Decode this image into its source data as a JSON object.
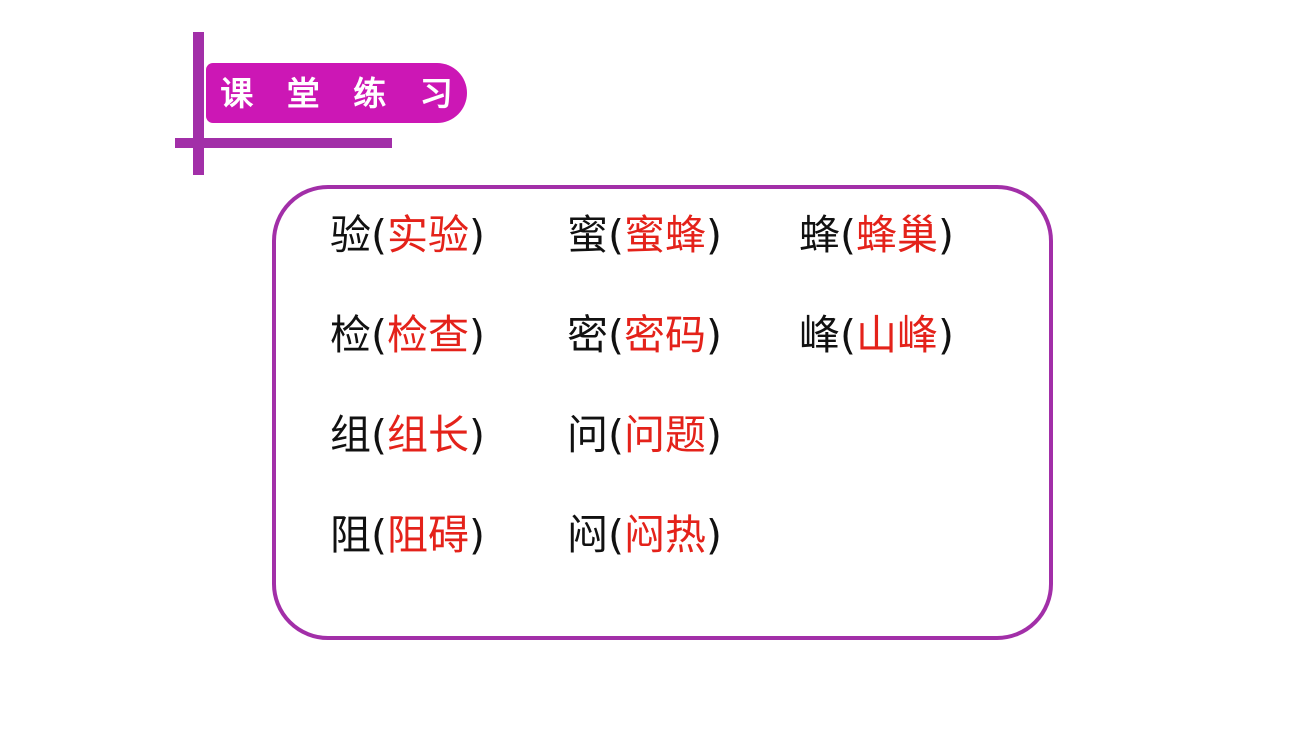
{
  "slide": {
    "background_color": "#ffffff",
    "accent_magenta": "#CC17B5",
    "accent_purple": "#A22FA8",
    "highlight_red": "#E4221A",
    "text_black": "#111111"
  },
  "title": {
    "text": "课 堂 练 习",
    "plain": "课堂练习"
  },
  "decoration": {
    "vertical_line_name": "vertical-accent-line",
    "horizontal_line_name": "horizontal-accent-line"
  },
  "word_grid": {
    "rows": [
      {
        "cells": [
          {
            "base": "验",
            "open": "(",
            "word": "实验",
            "close": ")"
          },
          {
            "base": "蜜",
            "open": "(",
            "word": "蜜蜂",
            "close": ")"
          },
          {
            "base": "蜂",
            "open": "(",
            "word": "蜂巢",
            "close": ")"
          }
        ]
      },
      {
        "cells": [
          {
            "base": "检",
            "open": "(",
            "word": "检查",
            "close": ")"
          },
          {
            "base": "密",
            "open": "(",
            "word": "密码",
            "close": ")"
          },
          {
            "base": "峰",
            "open": "(",
            "word": "山峰",
            "close": ")"
          }
        ]
      },
      {
        "cells": [
          {
            "base": "组",
            "open": "(",
            "word": "组长",
            "close": ")"
          },
          {
            "base": "问",
            "open": "(",
            "word": "问题",
            "close": ")"
          },
          {
            "base": "",
            "open": "",
            "word": "",
            "close": ""
          }
        ]
      },
      {
        "cells": [
          {
            "base": "阻",
            "open": "(",
            "word": "阻碍",
            "close": ")"
          },
          {
            "base": "闷",
            "open": "(",
            "word": "闷热",
            "close": ")"
          },
          {
            "base": "",
            "open": "",
            "word": "",
            "close": ""
          }
        ]
      }
    ]
  }
}
